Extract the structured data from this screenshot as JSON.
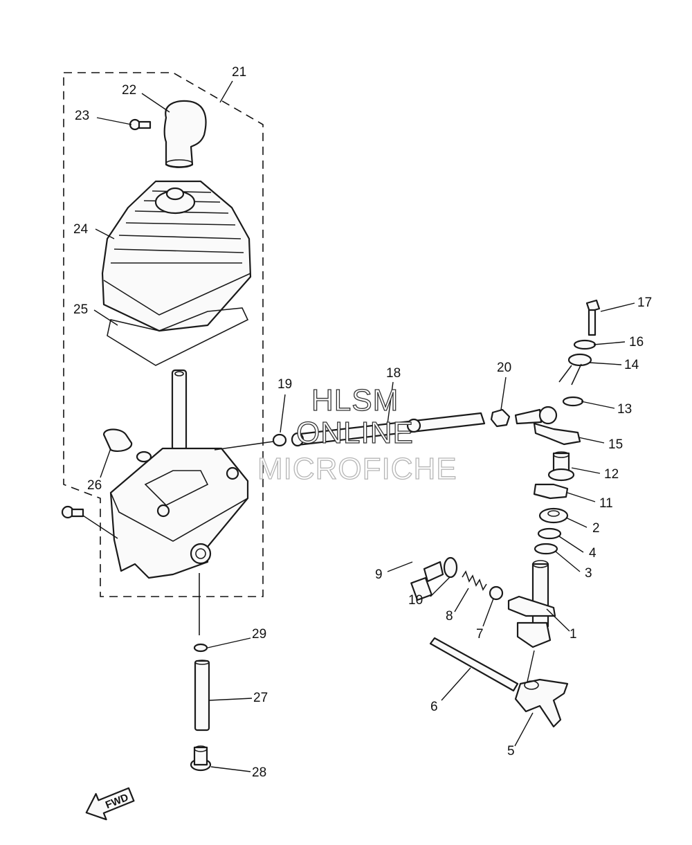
{
  "watermark": {
    "line1": "HLSM",
    "line2": "ONLINE",
    "line3": "MICROFICHE"
  },
  "direction_marker": "FWD",
  "callouts": [
    {
      "id": "c1",
      "label": "1"
    },
    {
      "id": "c2",
      "label": "2"
    },
    {
      "id": "c3",
      "label": "3"
    },
    {
      "id": "c4",
      "label": "4"
    },
    {
      "id": "c5",
      "label": "5"
    },
    {
      "id": "c6",
      "label": "6"
    },
    {
      "id": "c7",
      "label": "7"
    },
    {
      "id": "c8",
      "label": "8"
    },
    {
      "id": "c9",
      "label": "9"
    },
    {
      "id": "c10",
      "label": "10"
    },
    {
      "id": "c11",
      "label": "11"
    },
    {
      "id": "c12",
      "label": "12"
    },
    {
      "id": "c13",
      "label": "13"
    },
    {
      "id": "c14",
      "label": "14"
    },
    {
      "id": "c15",
      "label": "15"
    },
    {
      "id": "c16",
      "label": "16"
    },
    {
      "id": "c17",
      "label": "17"
    },
    {
      "id": "c18",
      "label": "18"
    },
    {
      "id": "c19",
      "label": "19"
    },
    {
      "id": "c20",
      "label": "20"
    },
    {
      "id": "c21",
      "label": "21"
    },
    {
      "id": "c22",
      "label": "22"
    },
    {
      "id": "c23",
      "label": "23"
    },
    {
      "id": "c24",
      "label": "24"
    },
    {
      "id": "c25",
      "label": "25"
    },
    {
      "id": "c26",
      "label": "26"
    },
    {
      "id": "c27",
      "label": "27"
    },
    {
      "id": "c28",
      "label": "28"
    },
    {
      "id": "c29",
      "label": "29"
    }
  ]
}
